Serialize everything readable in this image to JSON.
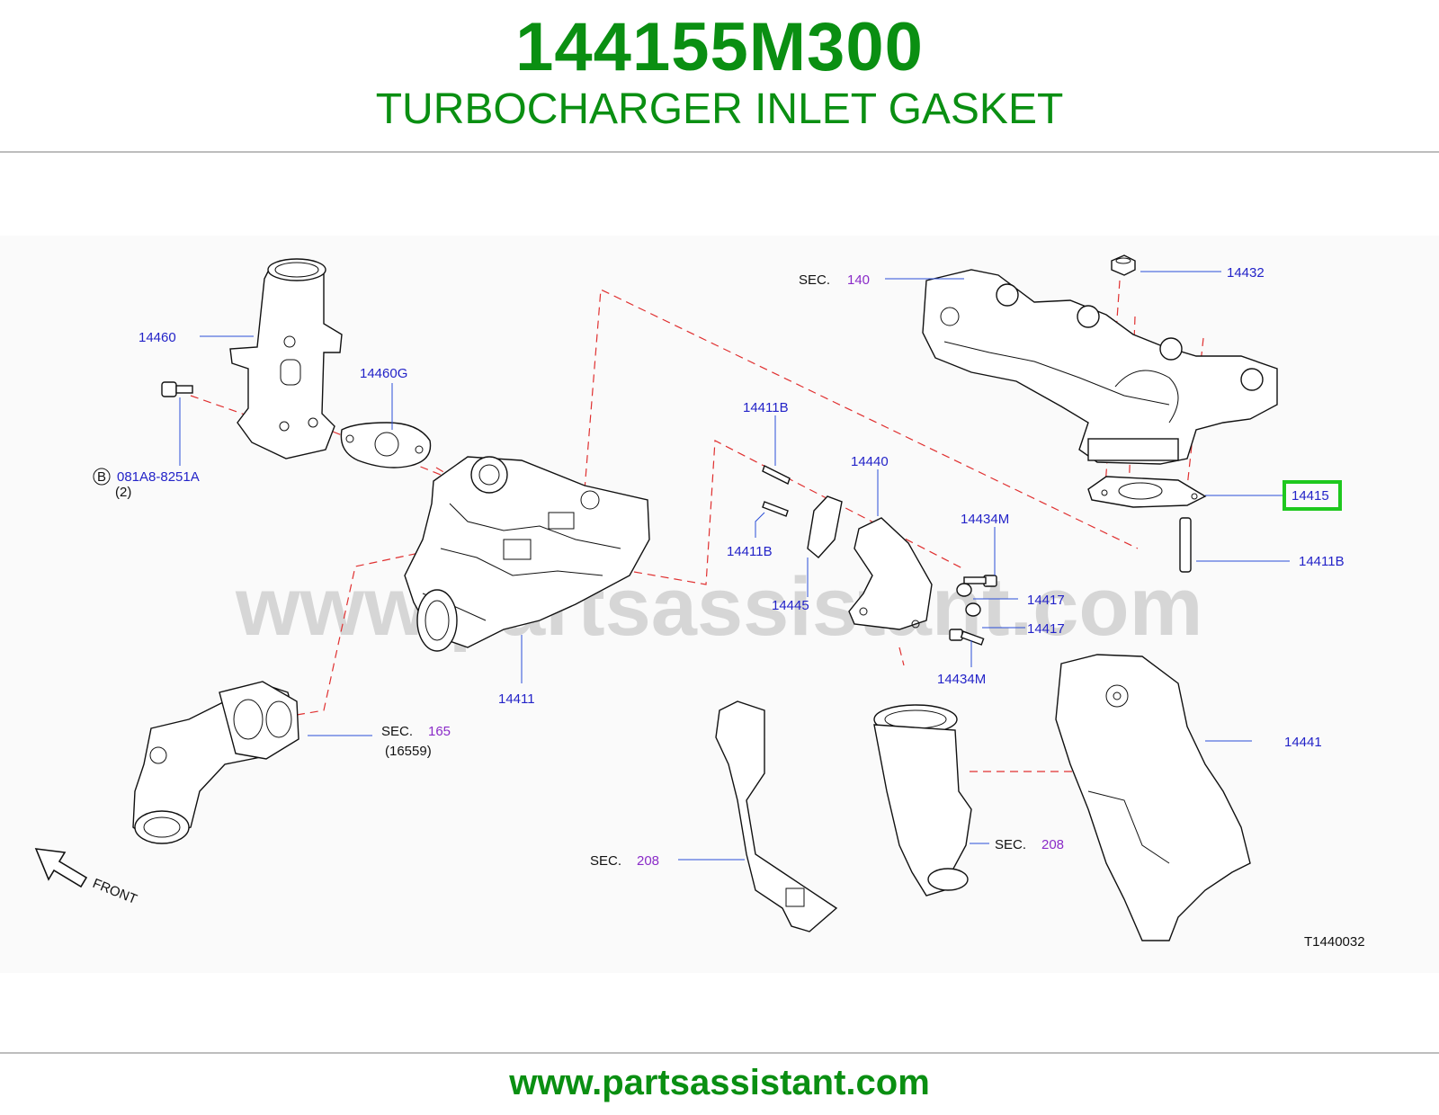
{
  "header": {
    "part_number": "144155M300",
    "part_title": "TURBOCHARGER INLET GASKET"
  },
  "diagram": {
    "watermark": "www.partsassistant.com",
    "diagram_code": "T1440032",
    "front_label": "FRONT",
    "callouts": {
      "c14460": "14460",
      "c14460G": "14460G",
      "cBolt": "081A8-8251A",
      "cBoltPrefix": "B",
      "cBoltQty": "(2)",
      "c14411B_top": "14411B",
      "c14411B_left": "14411B",
      "c14411B_right": "14411B",
      "c14440": "14440",
      "c14434M_top": "14434M",
      "c14434M_bottom": "14434M",
      "c14445": "14445",
      "c14417_a": "14417",
      "c14417_b": "14417",
      "c14411": "14411",
      "c14432": "14432",
      "c14415": "14415",
      "c14441": "14441",
      "sec140_label": "SEC.",
      "sec140_num": "140",
      "sec165_label": "SEC.",
      "sec165_num": "165",
      "sec165_sub": "(16559)",
      "sec208a_label": "SEC.",
      "sec208a_num": "208",
      "sec208b_label": "SEC.",
      "sec208b_num": "208"
    },
    "highlight_color": "#1ec81e"
  },
  "footer": {
    "url": "www.partsassistant.com"
  }
}
